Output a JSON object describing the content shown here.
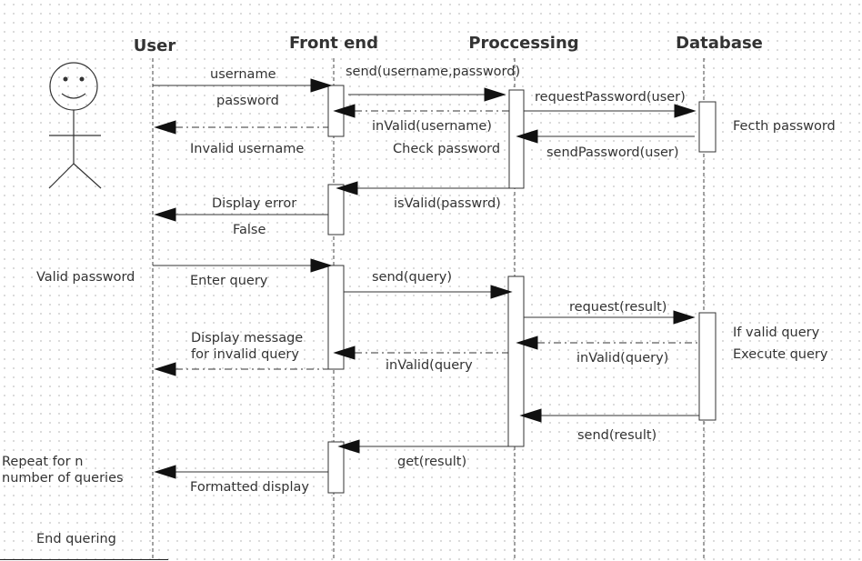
{
  "participants": {
    "user": "User",
    "frontend": "Front end",
    "processing": "Proccessing",
    "database": "Database"
  },
  "messages": {
    "username": "username",
    "password": "password",
    "send_credentials": "send(username,password)",
    "request_password": "requestPassword(user)",
    "invalid_username_call": "inValid(username)",
    "check_password": "Check password",
    "send_password": "sendPassword(user)",
    "invalid_username_text": "Invalid username",
    "is_valid": "isValid(passwrd)",
    "display_error": "Display error",
    "false": "False",
    "enter_query": "Enter query",
    "send_query": "send(query)",
    "request_result": "request(result)",
    "display_message_1": "Display message",
    "display_message_2": "for invalid query",
    "invalid_query_left": "inValid(query",
    "invalid_query_right": "inValid(query)",
    "send_result": "send(result)",
    "get_result": "get(result)",
    "formatted_display": "Formatted display"
  },
  "notes": {
    "fetch_password": "Fecth password",
    "if_valid_query": "If valid query",
    "execute_query": "Execute query",
    "valid_password": "Valid password",
    "repeat_1": "Repeat for n",
    "repeat_2": "number of queries",
    "end_querying": "End quering"
  }
}
